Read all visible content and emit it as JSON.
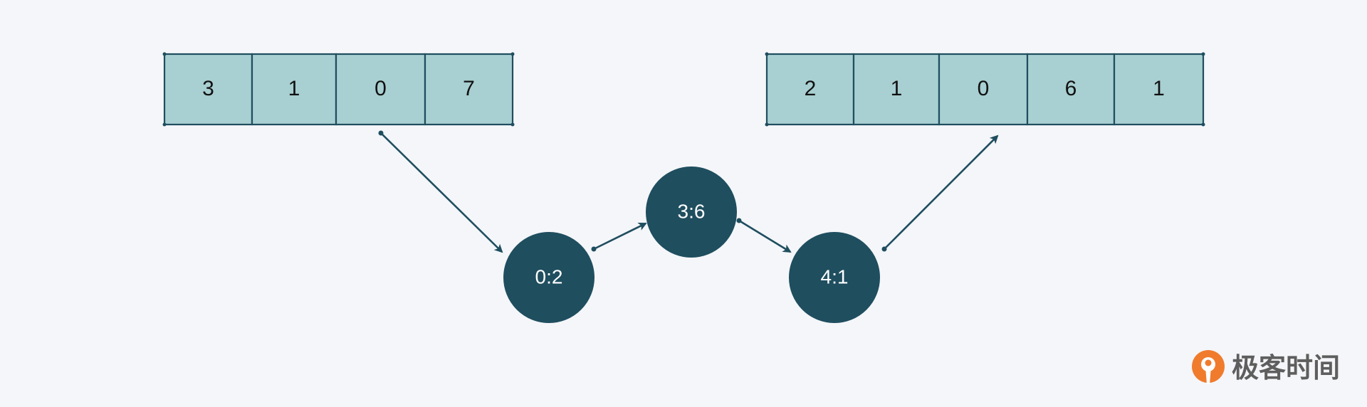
{
  "arrays": [
    {
      "id": "left-array",
      "values": [
        "3",
        "1",
        "0",
        "7"
      ]
    },
    {
      "id": "right-array",
      "values": [
        "2",
        "1",
        "0",
        "6",
        "1"
      ]
    }
  ],
  "nodes": [
    {
      "id": "node-0-2",
      "label": "0:2"
    },
    {
      "id": "node-3-6",
      "label": "3:6"
    },
    {
      "id": "node-4-1",
      "label": "4:1"
    }
  ],
  "colors": {
    "cell_fill": "#a8cfd1",
    "dark": "#1f4e5f",
    "background": "#f4f6f9",
    "logo_orange": "#f07b2d",
    "logo_text": "#5e5e5e"
  },
  "logo": {
    "text": "极客时间",
    "icon": "geektime-logo-icon"
  }
}
